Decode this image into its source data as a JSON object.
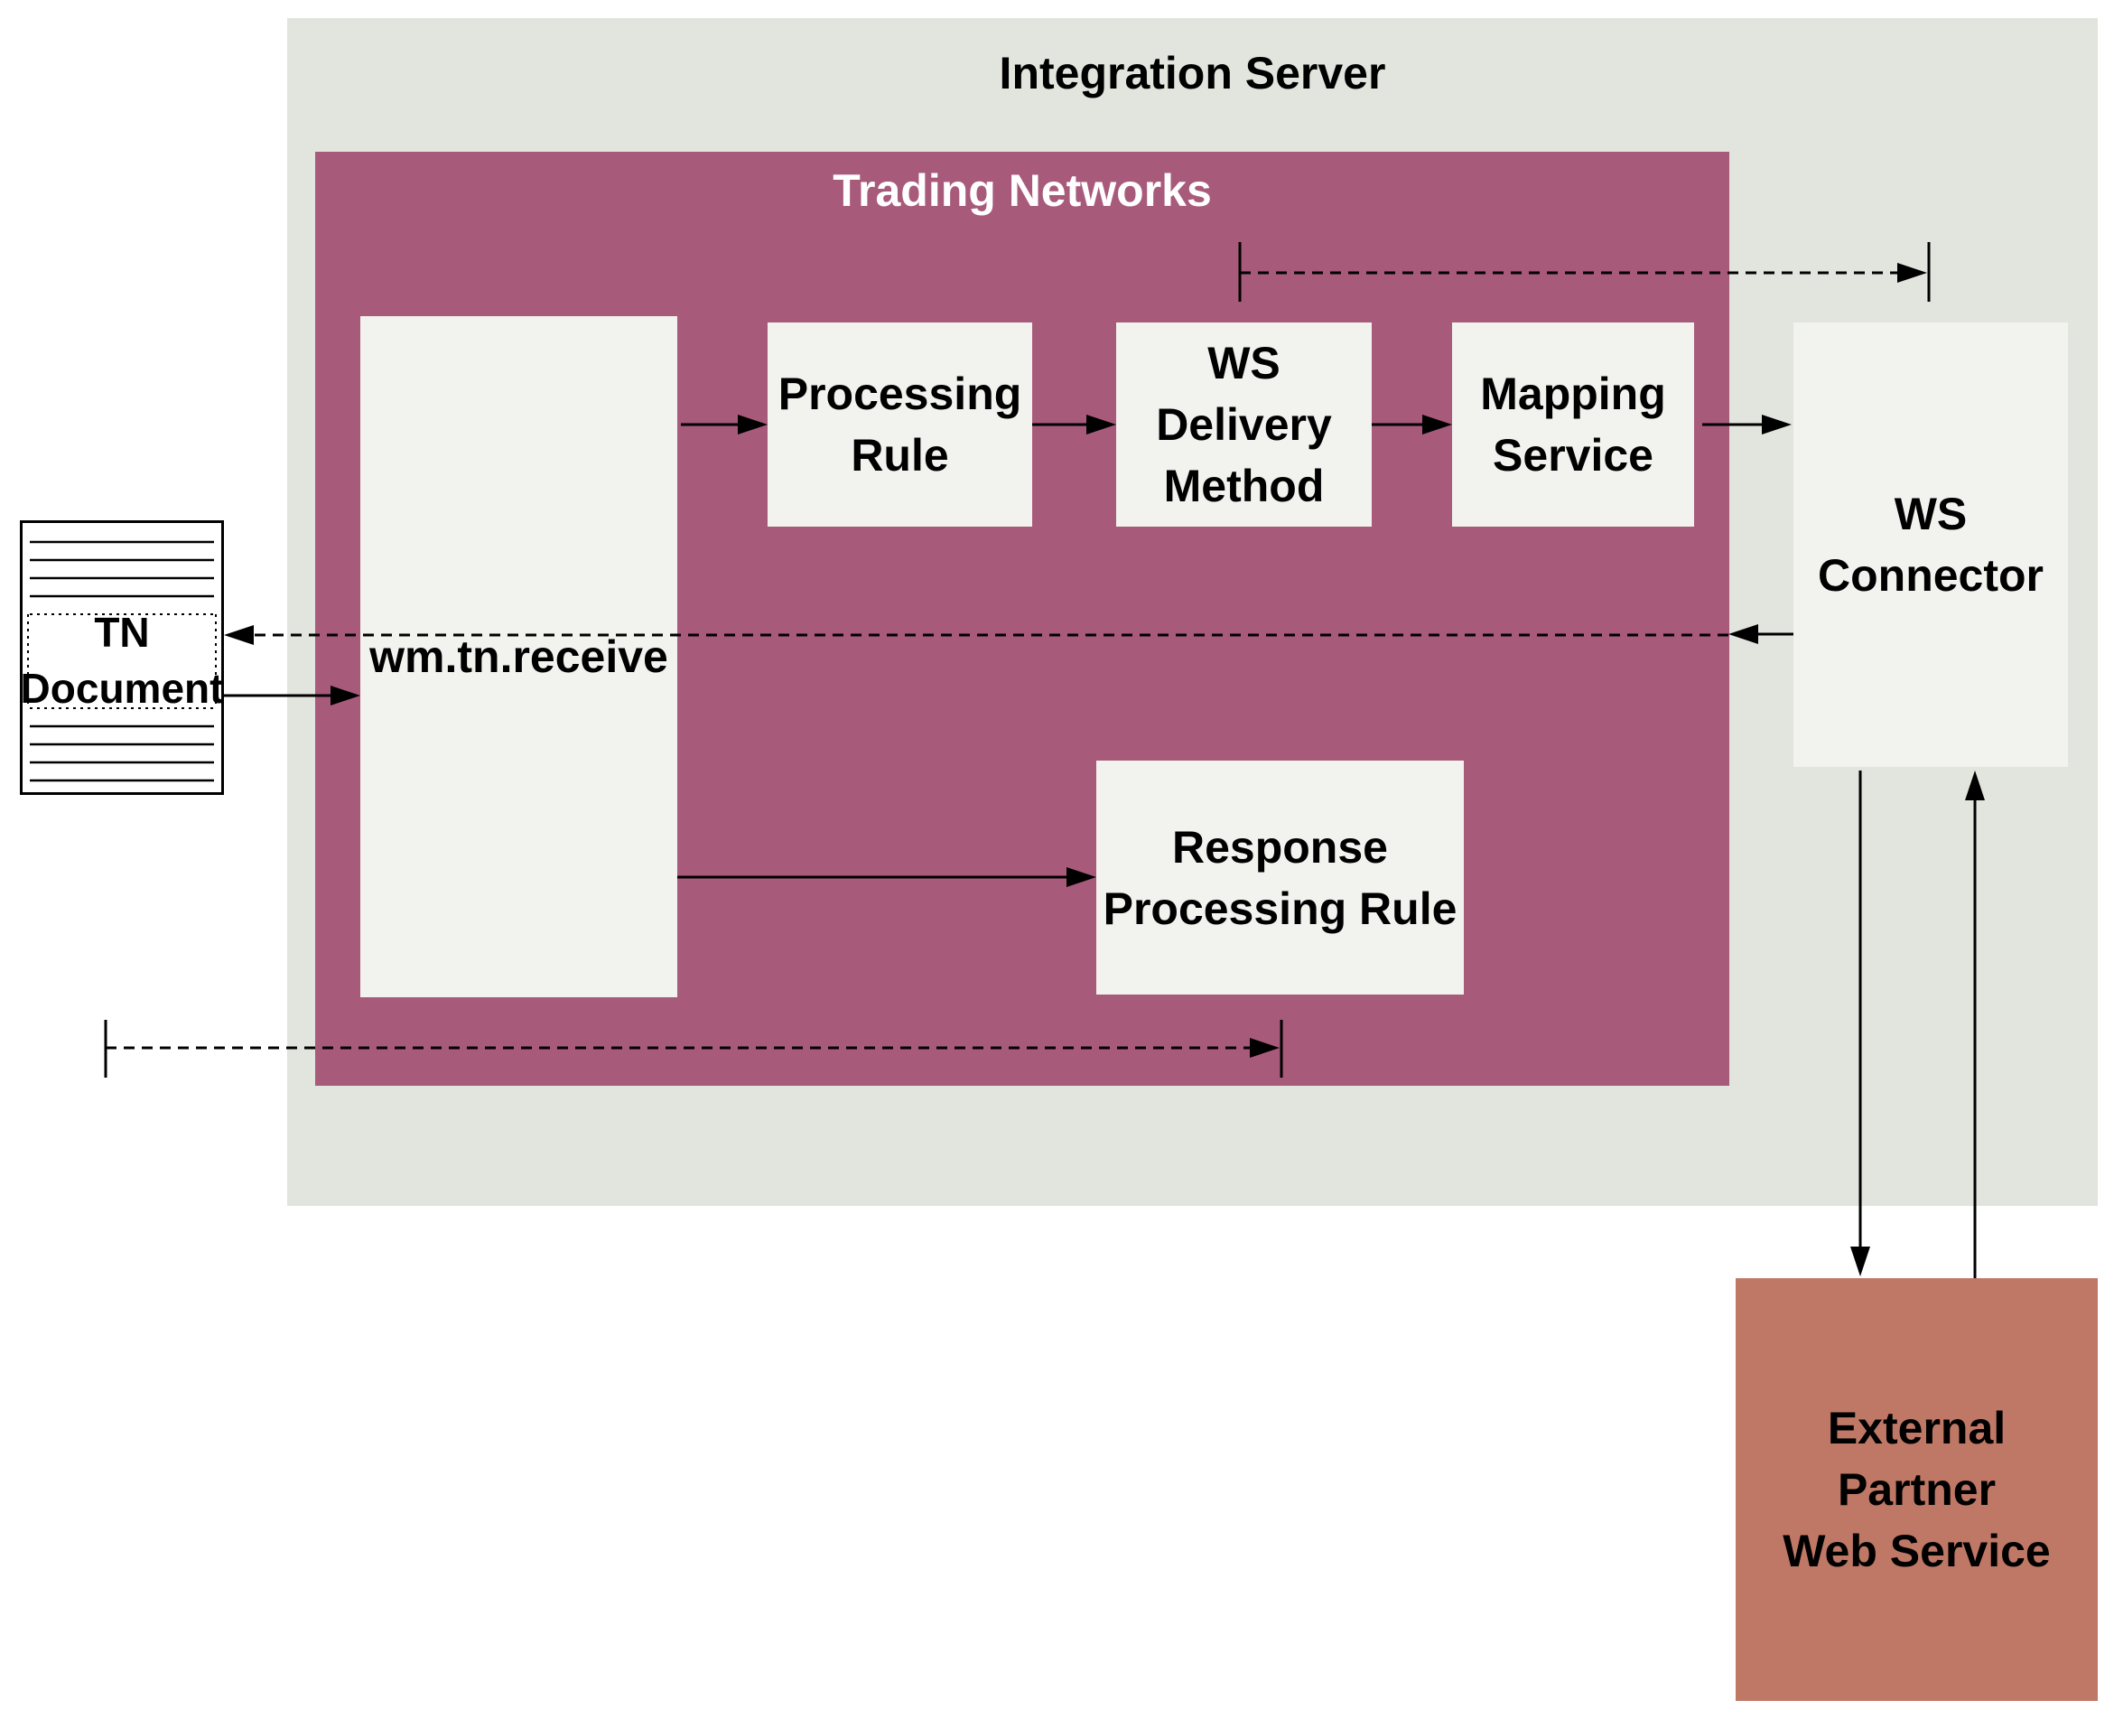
{
  "colors": {
    "integration_server_bg": "#e1e5dd",
    "trading_networks_bg": "#a85a7b",
    "box_bg": "#f2f3ef",
    "external_partner_bg": "#c07866",
    "line": "#000000"
  },
  "integration_server": {
    "label": "Integration Server"
  },
  "trading_networks": {
    "label": "Trading Networks"
  },
  "tn_document": {
    "label": "TN\nDocument"
  },
  "nodes": {
    "wm_tn_receive": "wm.tn.receive",
    "processing_rule": "Processing\nRule",
    "ws_delivery_method": "WS Delivery\nMethod",
    "mapping_service": "Mapping\nService",
    "ws_connector": "WS\nConnector",
    "response_processing_rule": "Response\nProcessing Rule",
    "external_partner": "External\nPartner\nWeb Service"
  }
}
